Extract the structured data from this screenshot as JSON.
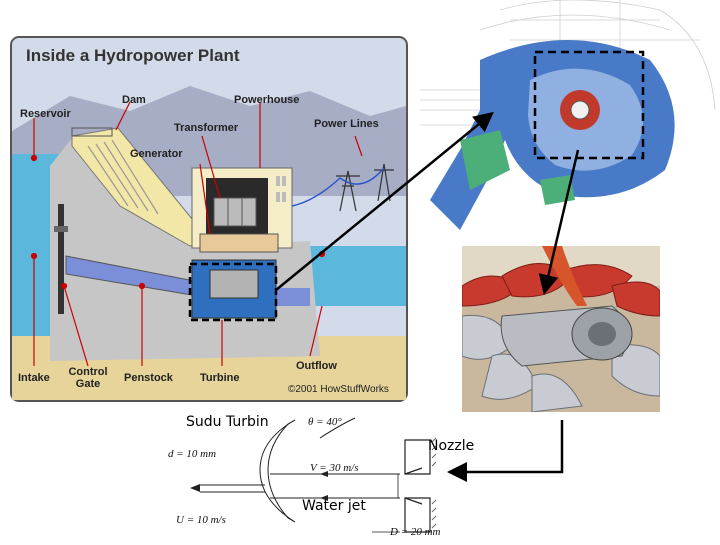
{
  "hydro": {
    "title": "Inside a Hydropower Plant",
    "labels": {
      "reservoir": "Reservoir",
      "dam": "Dam",
      "powerhouse": "Powerhouse",
      "transformer": "Transformer",
      "power_lines": "Power Lines",
      "generator": "Generator",
      "intake": "Intake",
      "control_gate_1": "Control",
      "control_gate_2": "Gate",
      "penstock": "Penstock",
      "turbine": "Turbine",
      "outflow": "Outflow"
    },
    "copyright": "©2001 HowStuffWorks"
  },
  "jet": {
    "caption": "Sudu Turbin",
    "nozzle": "Nozzle",
    "water_jet": "Water jet",
    "theta": "θ = 40°",
    "d": "d = 10 mm",
    "V": "V = 30 m/s",
    "U": "U = 10 m/s",
    "D": "D = 20 mm"
  },
  "colors": {
    "sky": "#c9d3e6",
    "mountain": "#9aa3ba",
    "water": "#6fc3e0",
    "dam": "#f0e6a4",
    "ground": "#e8d7a0",
    "concrete": "#c9c9c9",
    "penstock": "#7a8fd6",
    "cad_blue": "#3b6fbf",
    "runner_red": "#c0392b"
  }
}
